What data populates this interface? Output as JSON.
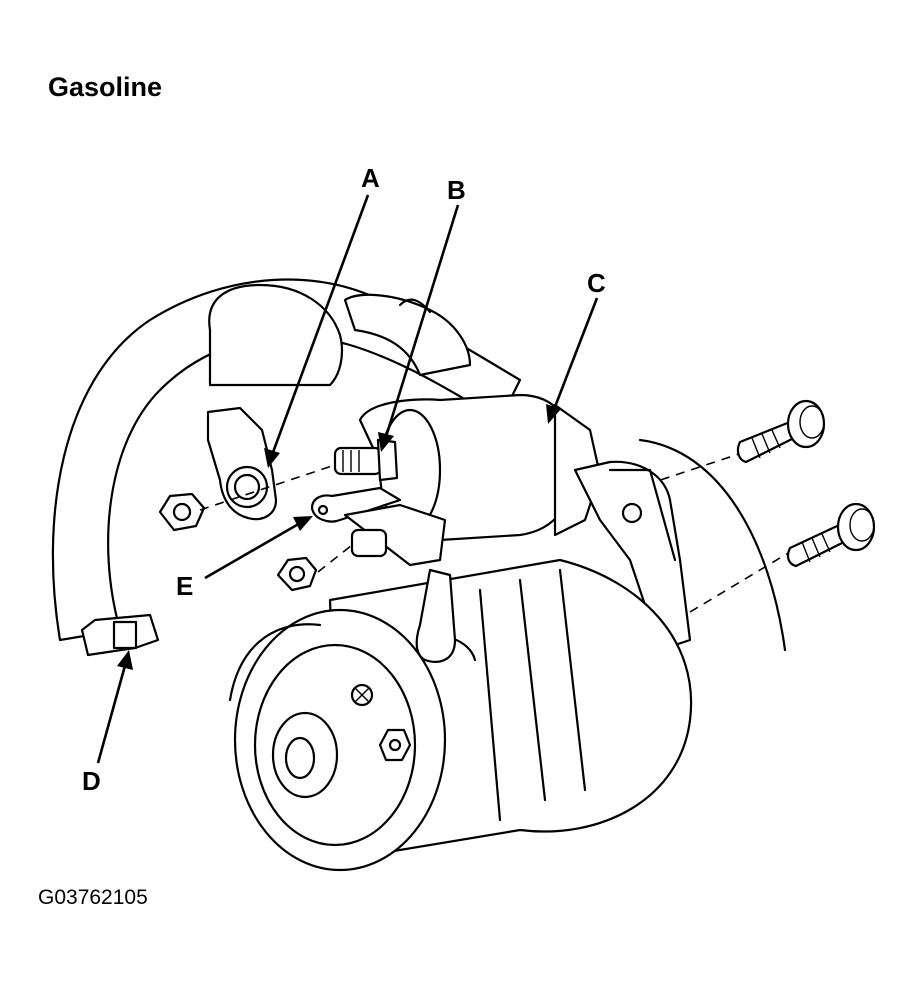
{
  "title": "Gasoline",
  "figure_id": "G03762105",
  "callouts": {
    "a": "A",
    "b": "B",
    "c": "C",
    "d": "D",
    "e": "E"
  }
}
